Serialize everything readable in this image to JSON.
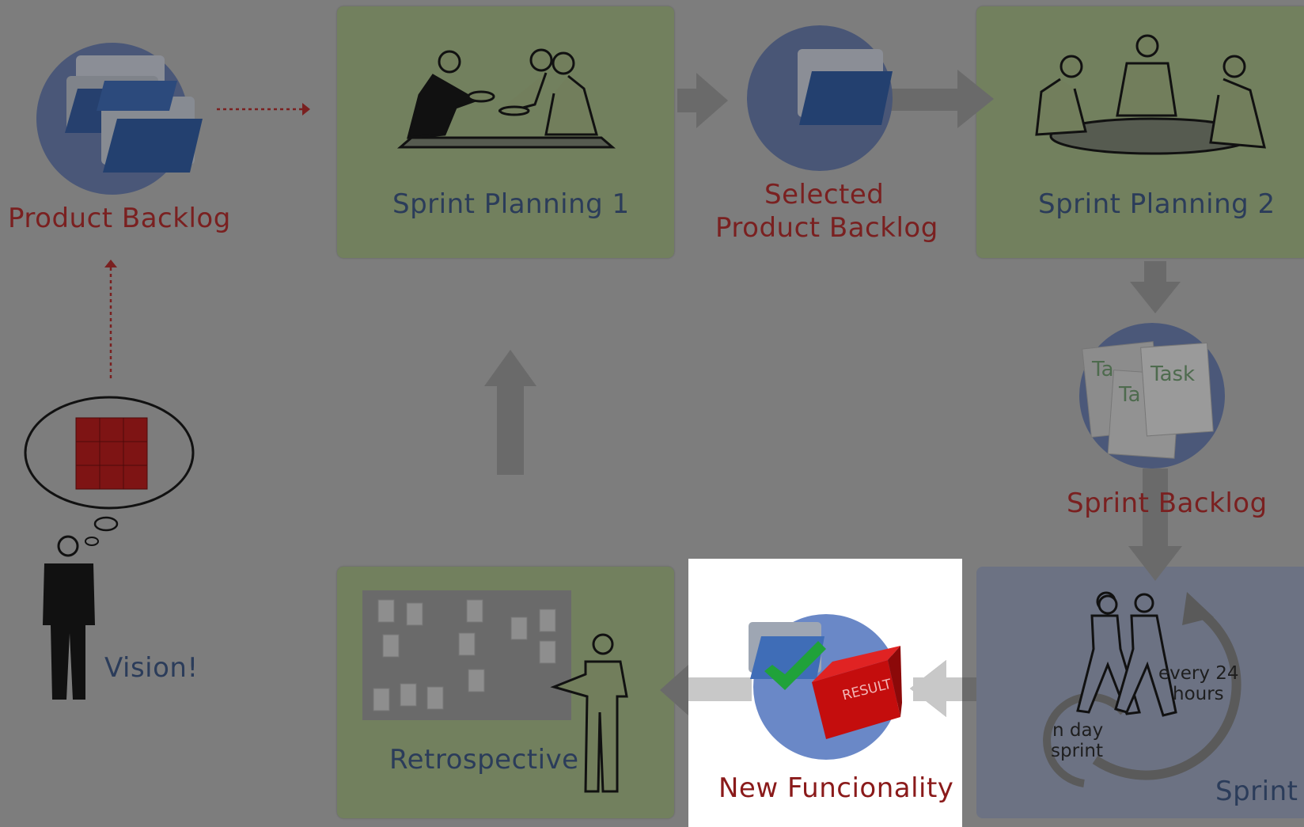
{
  "diagram": {
    "product_backlog": "Product Backlog",
    "sprint_planning_1": "Sprint Planning 1",
    "selected_product_backlog_line1": "Selected",
    "selected_product_backlog_line2": "Product Backlog",
    "sprint_planning_2": "Sprint Planning 2",
    "sprint_backlog": "Sprint Backlog",
    "task_label": "Task",
    "task_partial_1": "Ta",
    "task_partial_2": "Ta",
    "vision": "Vision!",
    "retrospective": "Retrospective",
    "new_functionality": "New Funcionality",
    "result_label": "RESULT",
    "every_24_hours_line1": "every 24",
    "every_24_hours_line2": "hours",
    "n_day_sprint_line1": "n day",
    "n_day_sprint_line2": "sprint",
    "sprint": "Sprint"
  },
  "colors": {
    "background": "#7d7d7d",
    "green_panel": "#72805e",
    "blue_panel": "#6c7283",
    "label_red": "#7a2020",
    "label_navy": "#2b3c5a",
    "highlight": "#ffffff"
  }
}
